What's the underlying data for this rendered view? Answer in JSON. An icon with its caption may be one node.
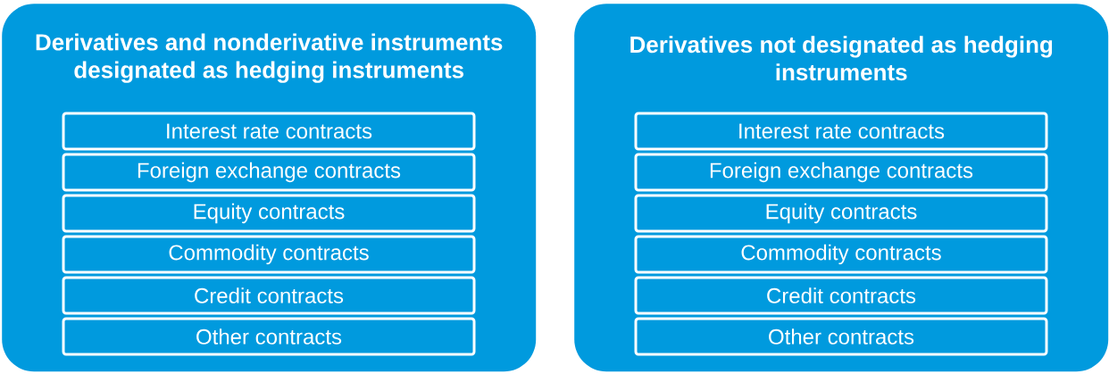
{
  "diagram": {
    "nodes": [
      {
        "text": [
          "Derivatives and nonderivative instruments designated as hedging instruments"
        ]
      },
      {
        "text": [
          "Interest rate contracts"
        ],
        "in": 0
      },
      {
        "text": [
          "Foreign exchange contracts"
        ],
        "in": 0
      },
      {
        "text": [
          "Equity contracts"
        ],
        "in": 0
      },
      {
        "text": [
          "Commodity contracts"
        ],
        "in": 0
      },
      {
        "text": [
          "Credit contracts"
        ],
        "in": 0
      },
      {
        "text": [
          "Other contracts"
        ],
        "in": 0
      },
      {
        "text": [
          "Derivatives not designated as hedging instruments"
        ]
      },
      {
        "text": [
          "Interest rate contracts"
        ],
        "in": 7
      },
      {
        "text": [
          "Foreign exchange contracts"
        ],
        "in": 7
      },
      {
        "text": [
          "Equity contracts"
        ],
        "in": 7
      },
      {
        "text": [
          "Commodity contracts"
        ],
        "in": 7
      },
      {
        "text": [
          "Credit contracts"
        ],
        "in": 7
      },
      {
        "text": [
          "Other contracts"
        ],
        "in": 7
      }
    ]
  }
}
